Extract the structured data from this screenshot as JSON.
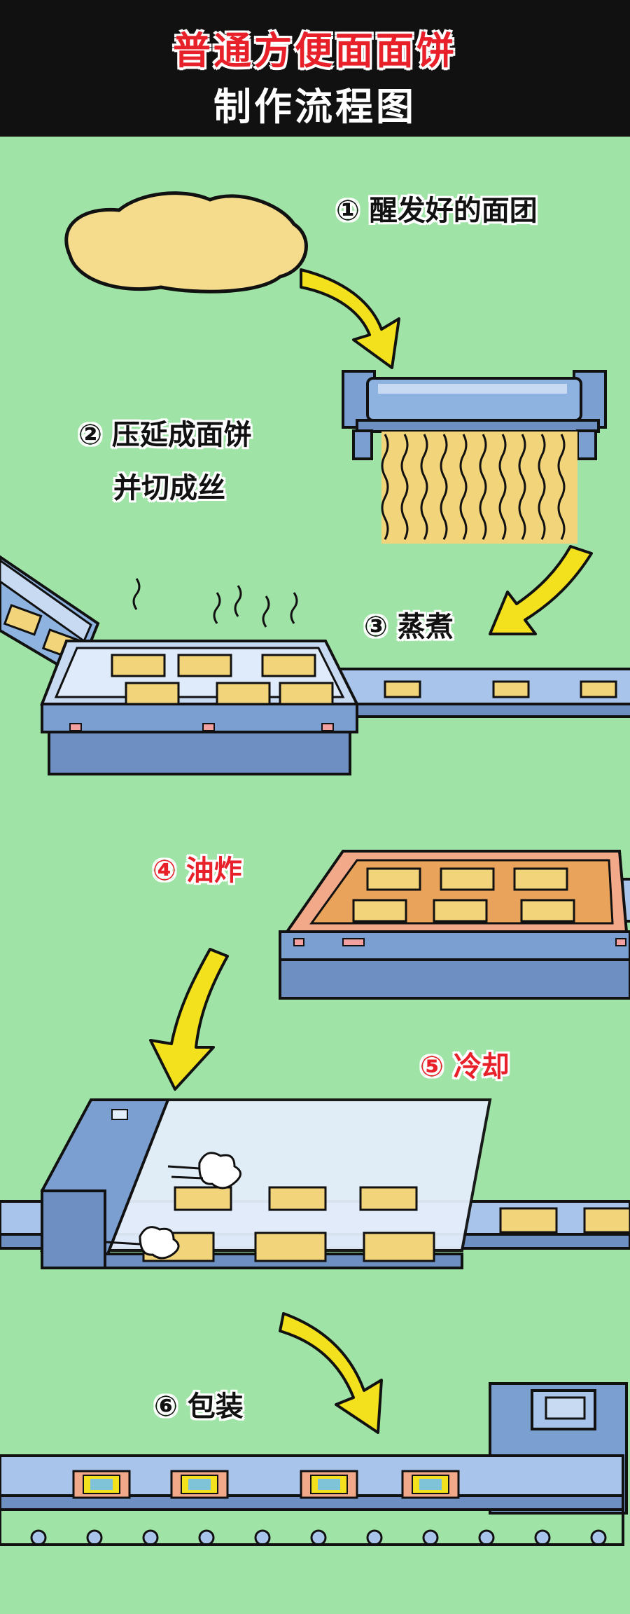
{
  "title": {
    "line1": "普通方便面面饼",
    "line2": "制作流程图"
  },
  "steps": [
    {
      "label": "① 醒发好的面团",
      "color": "black"
    },
    {
      "label": "② 压延成面饼",
      "label2": "并切成丝",
      "color": "black"
    },
    {
      "label": "③ 蒸煮",
      "color": "black"
    },
    {
      "label": "④ 油炸",
      "color": "red"
    },
    {
      "label": "⑤ 冷却",
      "color": "red"
    },
    {
      "label": "⑥ 包装",
      "color": "black"
    }
  ],
  "colors": {
    "background": "#9fe3a6",
    "header": "#111111",
    "title_red": "#e8202a",
    "machine_blue": "#7b9fd1",
    "arrow_yellow": "#f2e11c",
    "noodle": "#f2d47a"
  }
}
